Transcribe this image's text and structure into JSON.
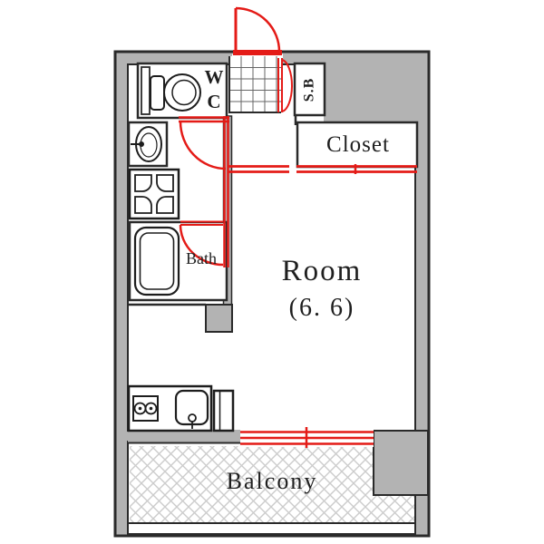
{
  "title": "Studio apartment floor plan",
  "labels": {
    "wc_line1": "W",
    "wc_line2": "C",
    "shoe_box": "S.B",
    "closet": "Closet",
    "bath": "Bath",
    "room": "Room",
    "room_area": "(6. 6)",
    "balcony": "Balcony"
  },
  "colors": {
    "background": "#ffffff",
    "wall_fill": "#b3b3b3",
    "outline_black": "#2a2a2a",
    "door_accent_red": "#e41b17",
    "hatch_gray": "#cccccc",
    "tile_grid_gray": "#666666"
  },
  "icons": [
    "toilet-icon",
    "washbasin-icon",
    "washing-machine-pan-icon",
    "bathtub-icon",
    "gas-stove-icon",
    "kitchen-sink-icon",
    "refrigerator-space-icon",
    "entrance-door-swing-icon",
    "washroom-door-swing-icon",
    "bath-door-swing-icon",
    "shoe-box-doors-icon",
    "sliding-door-icon",
    "balcony-window-icon",
    "genkan-tile-icon",
    "balcony-hatch-icon"
  ]
}
